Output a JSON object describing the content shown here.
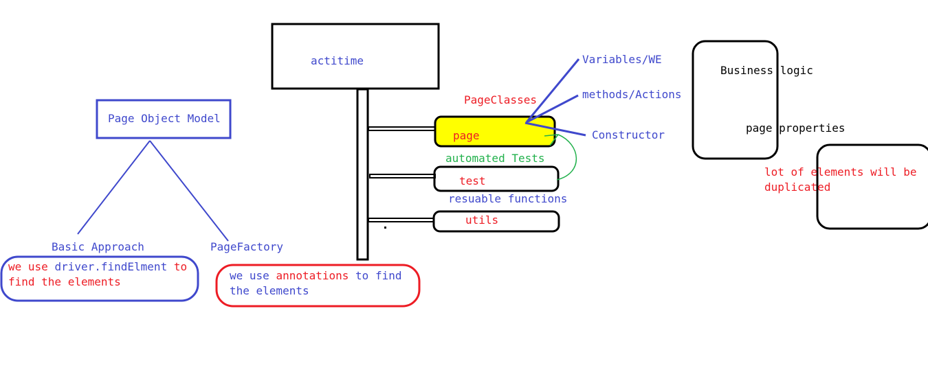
{
  "colors": {
    "blue": "#3f48cc",
    "red": "#ed1c24",
    "green": "#22b14c",
    "black": "#000000",
    "highlight": "#ffff00"
  },
  "pom": {
    "title": "Page Object Model",
    "basic_label": "Basic Approach",
    "factory_label": "PageFactory",
    "basic_note_prefix": "we use ",
    "basic_note_code": "driver.findElment",
    "basic_note_middle": " to",
    "basic_note_line2": "find the elements",
    "factory_note_prefix": "we use ",
    "factory_note_keyword": "annotations",
    "factory_note_suffix": " to find",
    "factory_note_line2": "the elements"
  },
  "project": {
    "root": "actitime",
    "page_classes": "PageClasses",
    "page": "page",
    "automated_tests": "automated Tests",
    "test": "test",
    "reusable": "resuable functions",
    "utils": "utils"
  },
  "page_parts": {
    "variables": "Variables/WE",
    "methods": "methods/Actions",
    "constructor": "Constructor"
  },
  "right": {
    "business_logic_a": "Business",
    "business_logic_b": "logic",
    "page_properties_a": "page",
    "page_properties_b": "properties",
    "duplicated_line1": "lot of elements will be",
    "duplicated_line2": "duplicated"
  }
}
